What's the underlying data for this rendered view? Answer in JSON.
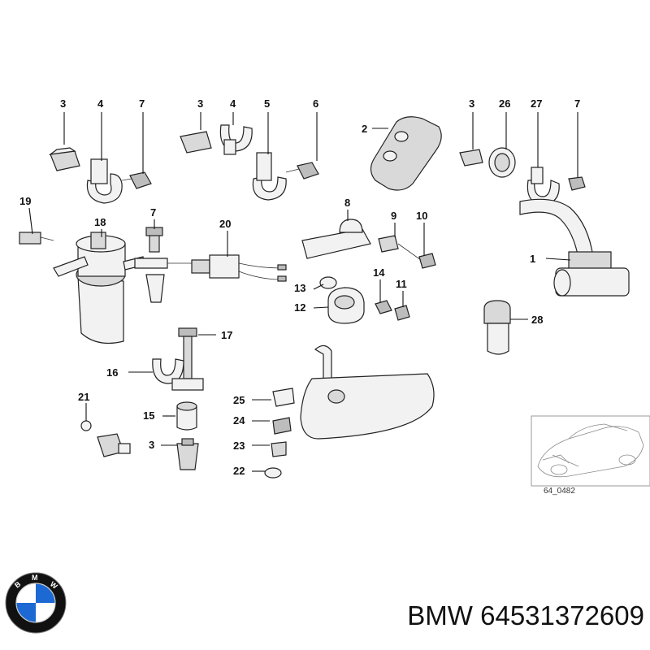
{
  "callouts": {
    "c1": "3",
    "c2": "4",
    "c3": "7",
    "c4": "3",
    "c5": "4",
    "c6": "5",
    "c7": "6",
    "c8": "2",
    "c9": "3",
    "c10": "26",
    "c11": "27",
    "c12": "7",
    "c13": "19",
    "c14": "18",
    "c15": "7",
    "c16": "20",
    "c17": "8",
    "c18": "9",
    "c19": "10",
    "c20": "1",
    "c21": "14",
    "c22": "11",
    "c23": "13",
    "c24": "12",
    "c25": "17",
    "c26": "16",
    "c27": "28",
    "c28": "21",
    "c29": "15",
    "c30": "3",
    "c31": "25",
    "c32": "24",
    "c33": "23",
    "c34": "22"
  },
  "inset": {
    "code": "64_0482"
  },
  "footer": {
    "brand": "BMW",
    "part_number": "64531372609"
  },
  "logo": {
    "lettering": "BMW",
    "colors": {
      "blue": "#1c69d4",
      "black": "#111111",
      "white": "#ffffff"
    }
  }
}
